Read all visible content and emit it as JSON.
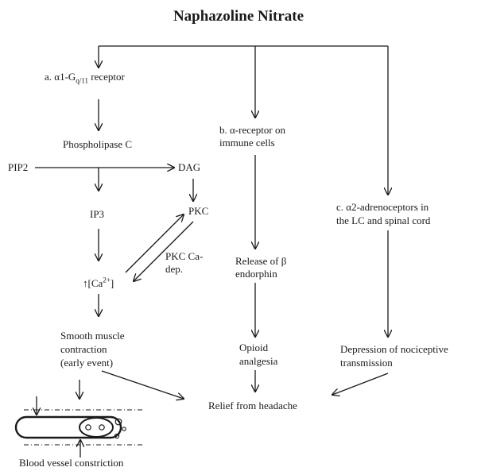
{
  "title": "Naphazoline Nitrate",
  "nodes": {
    "receptor_a": {
      "prefix": "a. α1-G",
      "sub": "q/11",
      "suffix": " receptor"
    },
    "plc": "Phospholipase C",
    "pip2": "PIP2",
    "dag": "DAG",
    "pkc": "PKC",
    "ip3": "IP3",
    "pkc_ca_1": "PKC Ca-",
    "pkc_ca_2": "dep.",
    "ca": {
      "prefix": "↑[Ca",
      "sup": "2+",
      "suffix": "]"
    },
    "smooth_1": "Smooth muscle",
    "smooth_2": "contraction",
    "smooth_3": "(early event)",
    "vessel": "Blood vessel constriction",
    "receptor_b_1": "b. α-receptor on",
    "receptor_b_2": "immune cells",
    "release_1": "Release of β",
    "release_2": "endorphin",
    "opioid_1": "Opioid",
    "opioid_2": "analgesia",
    "relief": "Relief from headache",
    "receptor_c_1": "c. α2-adrenoceptors in",
    "receptor_c_2": "the LC and spinal cord",
    "depression_1": "Depression of nociceptive",
    "depression_2": "transmission"
  }
}
